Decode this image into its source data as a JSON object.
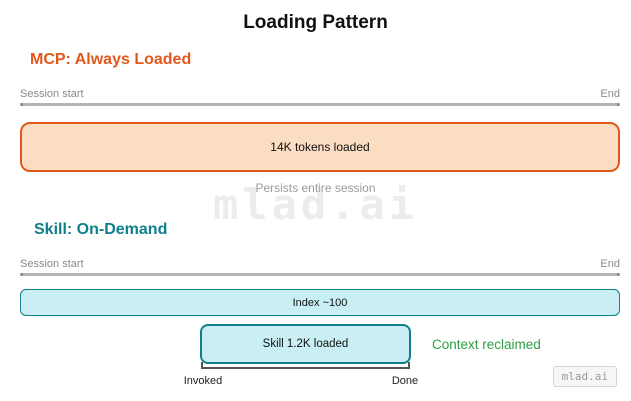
{
  "title": "Loading Pattern",
  "mcp": {
    "heading": "MCP: Always Loaded",
    "timeline": {
      "start": "Session start",
      "end": "End"
    },
    "box_label": "14K tokens loaded",
    "caption": "Persists entire session",
    "accent_color": "#e2571c",
    "box_fill": "#fbddc2"
  },
  "skill": {
    "heading": "Skill: On-Demand",
    "timeline": {
      "start": "Session start",
      "end": "End"
    },
    "index_label": "Index ~100",
    "box_label": "Skill 1.2K loaded",
    "reclaimed_label": "Context reclaimed",
    "invoked_label": "Invoked",
    "done_label": "Done",
    "accent_color": "#0e7f8b",
    "box_fill": "#c9eef3",
    "reclaimed_color": "#2ea043"
  },
  "watermark": "mlad.ai",
  "footer_badge": "mlad.ai"
}
